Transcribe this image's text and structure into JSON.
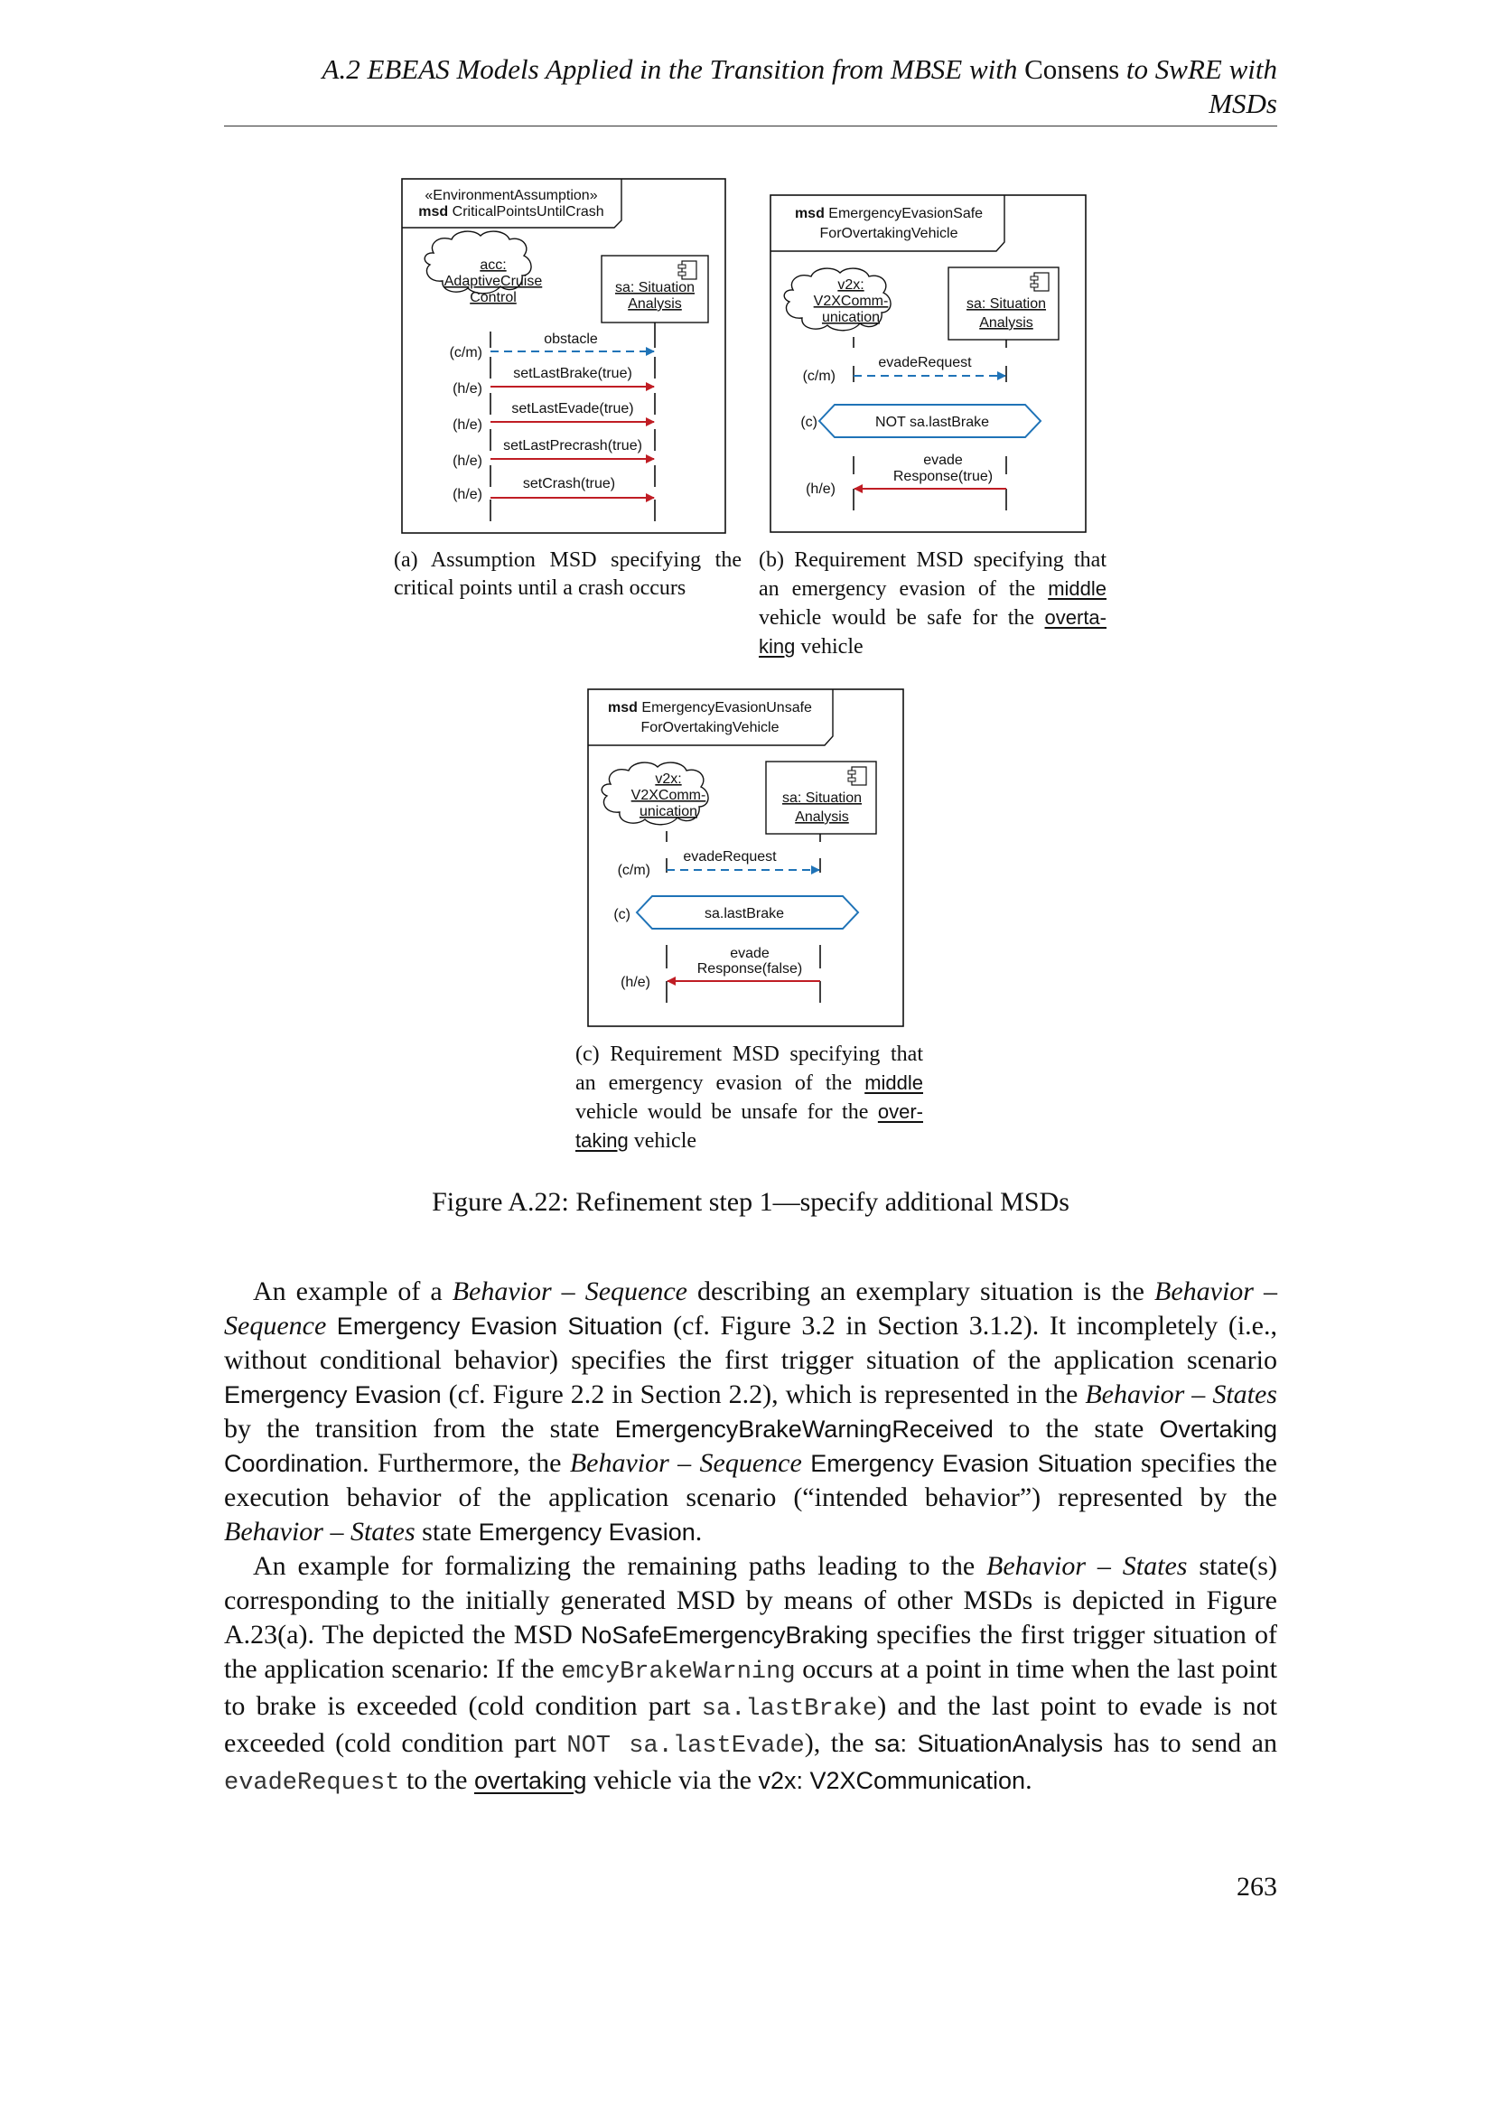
{
  "header": {
    "line1_a": "A.2 EBEAS Models Applied in the Transition from MBSE with ",
    "line1_b": "Consens",
    "line1_c": " to SwRE with",
    "line2": "MSDs"
  },
  "figure": {
    "caption": "Figure A.22: Refinement step 1—specify additional MSDs",
    "a": {
      "stereotype": "«EnvironmentAssumption»",
      "kw": "msd",
      "name": "CriticalPointsUntilCrash",
      "lifeline1": [
        "acc:",
        "AdaptiveCruise",
        "Control"
      ],
      "lifeline2": [
        "sa: Situation",
        "Analysis"
      ],
      "messages": [
        {
          "label": "obstacle",
          "mode": "(c/m)"
        },
        {
          "label": "setLastBrake(true)",
          "mode": "(h/e)"
        },
        {
          "label": "setLastEvade(true)",
          "mode": "(h/e)"
        },
        {
          "label": "setLastPrecrash(true)",
          "mode": "(h/e)"
        },
        {
          "label": "setCrash(true)",
          "mode": "(h/e)"
        }
      ],
      "caption": [
        "(a) Assumption MSD specifying the",
        "critical points until a crash occurs"
      ]
    },
    "b": {
      "kw": "msd",
      "name1": "EmergencyEvasionSafe",
      "name2": "ForOvertakingVehicle",
      "lifeline1": [
        "v2x:",
        "V2XComm-",
        "unication"
      ],
      "lifeline2": [
        "sa: Situation",
        "Analysis"
      ],
      "message1": {
        "label": "evadeRequest",
        "mode": "(c/m)"
      },
      "condition": {
        "label": "NOT sa.lastBrake",
        "mode": "(c)"
      },
      "message2": {
        "label1": "evade",
        "label2": "Response(true)",
        "mode": "(h/e)"
      },
      "caption": {
        "l1": "(b) Requirement MSD specifying that",
        "l2a": "an emergency evasion of the ",
        "l2b": "middle",
        "l3a": "vehicle would be safe for the ",
        "l3b": "overta-",
        "l4a": "king",
        "l4b": " vehicle"
      }
    },
    "c": {
      "kw": "msd",
      "name1": "EmergencyEvasionUnsafe",
      "name2": "ForOvertakingVehicle",
      "lifeline1": [
        "v2x:",
        "V2XComm-",
        "unication"
      ],
      "lifeline2": [
        "sa: Situation",
        "Analysis"
      ],
      "message1": {
        "label": "evadeRequest",
        "mode": "(c/m)"
      },
      "condition": {
        "label": "sa.lastBrake",
        "mode": "(c)"
      },
      "message2": {
        "label1": "evade",
        "label2": "Response(false)",
        "mode": "(h/e)"
      },
      "caption": {
        "l1": "(c) Requirement MSD specifying that",
        "l2a": "an emergency evasion of the ",
        "l2b": "middle",
        "l3a": "vehicle would be unsafe for the ",
        "l3b": "over-",
        "l4a": "taking",
        "l4b": " vehicle"
      }
    }
  },
  "body": {
    "p1": {
      "t1": "An example of a ",
      "i1": "Behavior – Sequence",
      "t2": " describing an exemplary situation is the ",
      "i2": "Behavior – Sequence",
      "s1": " Emergency Evasion Situation",
      "t3": " (cf. Figure 3.2 in Section 3.1.2). It incompletely (i.e., without conditional behavior) specifies the first trigger situation of the application scenario ",
      "s2": "Emergency Evasion",
      "t4": " (cf. Figure 2.2 in Section 2.2), which is represented in the ",
      "i3": "Behavior – States",
      "t5": " by the transition from the state ",
      "s3": "EmergencyBrakeWarningReceived",
      "t6": " to the state ",
      "s4": "Overtaking Coordination",
      "t7": ". Furthermore, the ",
      "i4": "Behavior – Sequence",
      "s5": " Emergency Evasion Situation",
      "t8": " specifies the execution behavior of the application scenario (“intended behavior”) represented by the ",
      "i5": "Behavior – States",
      "t9": " state ",
      "s6": "Emergency Evasion",
      "t10": "."
    },
    "p2": {
      "t1": "An example for formalizing the remaining paths leading to the ",
      "i1": "Behavior – States",
      "t2": " state(s) corresponding to the initially generated MSD by means of other MSDs is depicted in Figure A.23(a). The depicted the MSD ",
      "s1": "NoSafeEmergencyBraking",
      "t3": " specifies the first trigger situation of the application scenario: If the ",
      "m1": "emcyBrakeWarning",
      "t4": " occurs at a point in time when the last point to brake is exceeded (cold condition part ",
      "m2": "sa.lastBrake",
      "t5": ") and the last point to evade is not exceeded (cold condition part ",
      "m3": "NOT sa.lastEvade",
      "t6": "), the ",
      "s2": "sa: SituationAnalysis",
      "t7": " has to send an ",
      "m4": "evadeRequest",
      "t8": " to the ",
      "u1": "overtaking",
      "t9": " vehicle via the ",
      "s3": "v2x: V2XCommunication",
      "t10": "."
    }
  },
  "page_number": "263",
  "colors": {
    "cold_blue": "#1f73b7",
    "hot_red": "#c01d24",
    "ink": "#111111"
  },
  "icons": [
    "cloud-shape",
    "component-icon",
    "arrowhead",
    "hexagon-condition"
  ]
}
